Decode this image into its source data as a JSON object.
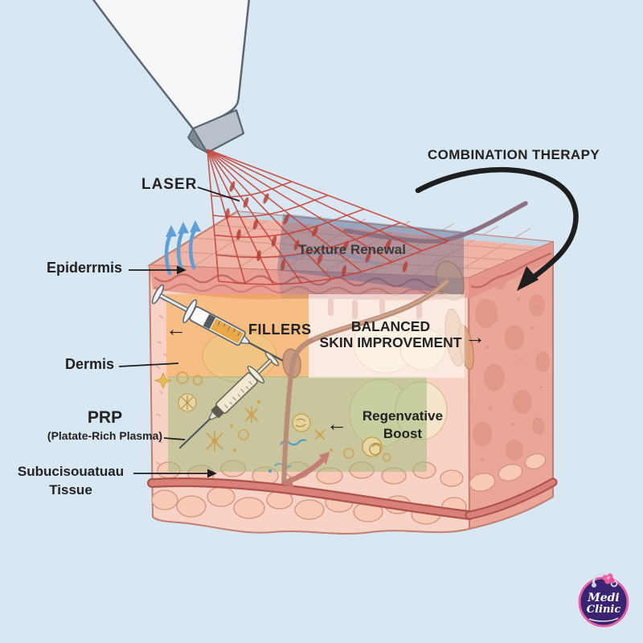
{
  "labels": {
    "laser": "LASER",
    "combination_therapy": "COMBINATION THERAPY",
    "texture_renewal": "Texture Renewal",
    "epidermis": "Epiderrmis",
    "fillers": "FILLERS",
    "balanced_improvement": {
      "line1": "BALANCED",
      "line2": "SKIN IMPROVEMENT"
    },
    "dermis": "Dermis",
    "prp": {
      "title": "PRP",
      "subtitle": "(Platate-Rich Plasma)"
    },
    "regenerative_boost": {
      "line1": "Regenvative",
      "line2": "Boost"
    },
    "subcutaneous": {
      "line1": "Subucisouatuau",
      "line2": "Tissue"
    }
  },
  "glyphs": {
    "arrow_left": "←",
    "arrow_right": "→"
  },
  "logo": {
    "line1": "Medi",
    "line2": "Clinic"
  },
  "colors": {
    "background": "#d8e7f1",
    "laser_beam": "#c54036",
    "fillers_overlay": "#f4aa46",
    "regen_overlay": "#a3b97c",
    "balanced_overlay": "#fffaf5",
    "epidermis_band": "#eb9e92",
    "dermis_face": "#f8d2c5",
    "right_face": "#eaa797",
    "vessel": "#d87f78",
    "blue_arrow": "#5f9fd6",
    "arrow_black": "#1e1e1e",
    "logo_purple": "#3a2471",
    "logo_pink": "#e064a6"
  }
}
